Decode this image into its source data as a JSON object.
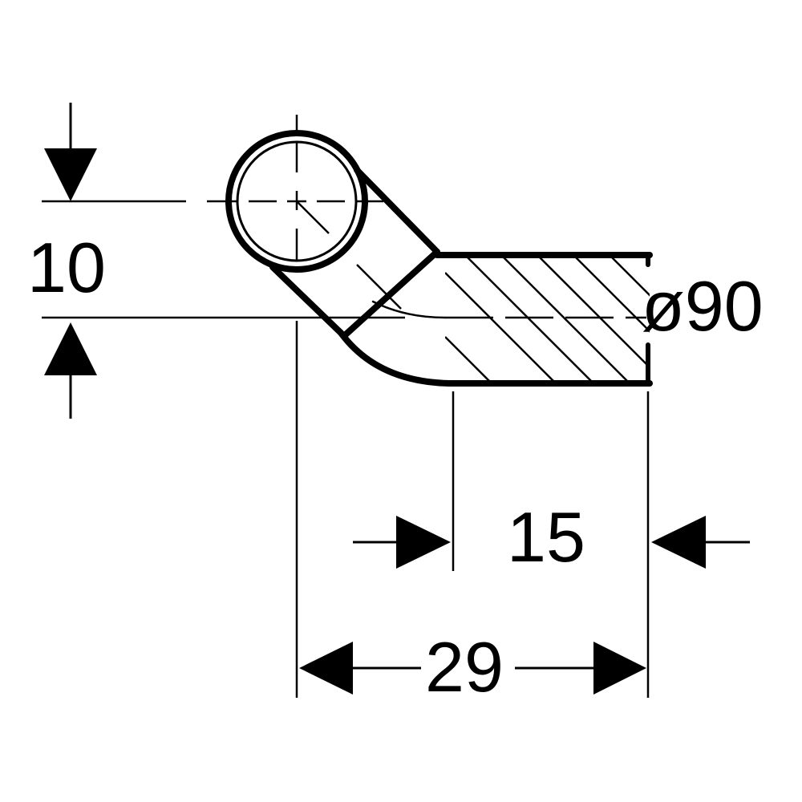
{
  "drawing": {
    "ink_color": "#000000",
    "background_color": "#ffffff",
    "dimensions": {
      "vertical_offset": "10",
      "diameter": "ø90",
      "outlet_length": "15",
      "total_length": "29"
    }
  }
}
